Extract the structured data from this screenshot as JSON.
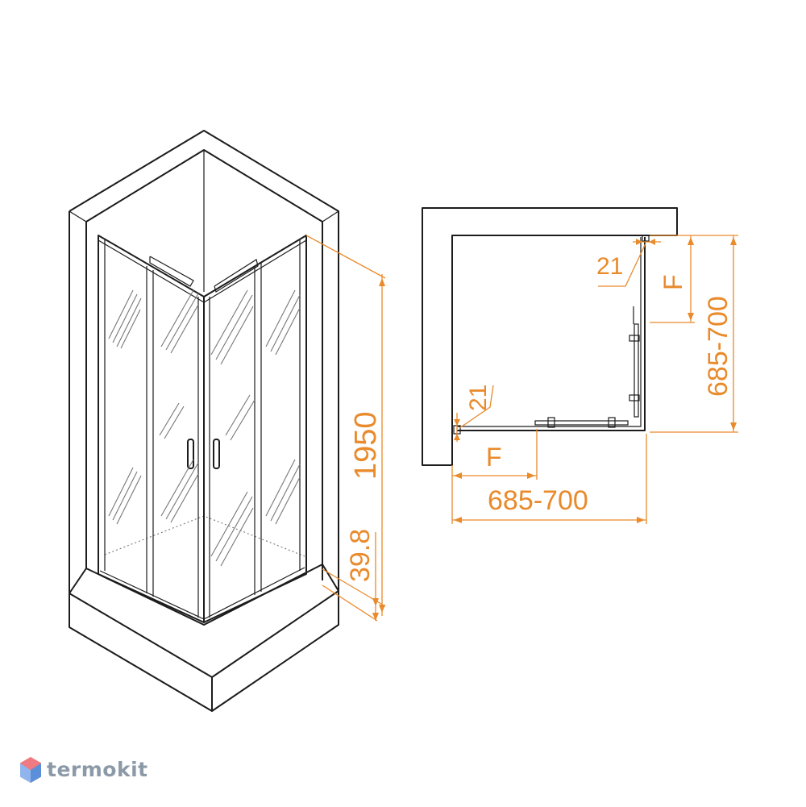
{
  "colors": {
    "dimension": "#e98a2b",
    "outline": "#1c1c1c",
    "brand": "#8c9aa8",
    "brand_accent": "#e8505b"
  },
  "isometric_view": {
    "height_label": "1950",
    "tray_label": "39.8"
  },
  "plan_view": {
    "width_label": "685-700",
    "depth_label": "685-700",
    "profile_top_label": "21",
    "profile_left_label": "21",
    "opening_bottom_label": "F",
    "opening_right_label": "F"
  },
  "brand": {
    "name": "termokit",
    "icon": "hexagon-logo-icon"
  }
}
